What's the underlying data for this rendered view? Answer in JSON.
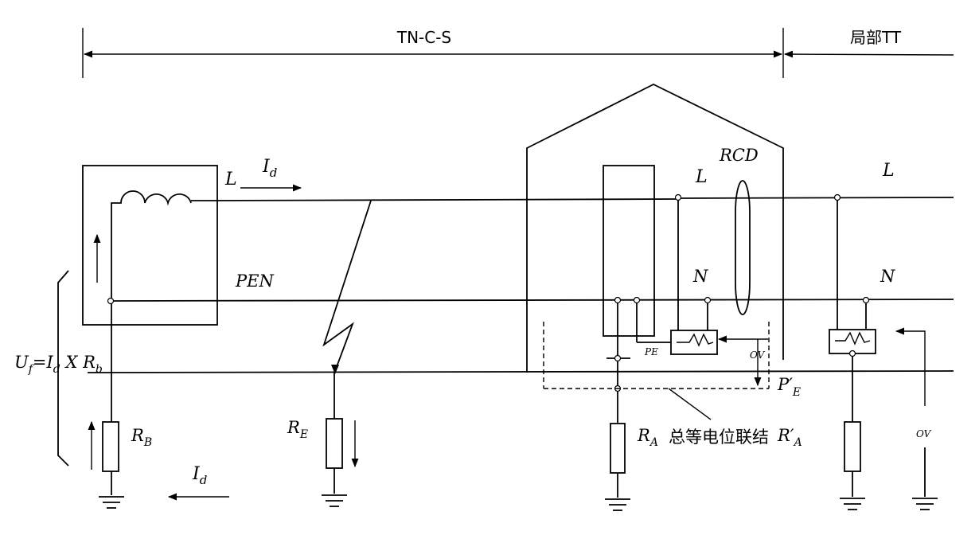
{
  "header": {
    "tn_c_s": "TN-C-S",
    "local_tt": "局部TT"
  },
  "labels": {
    "l_source": "L",
    "pen": "PEN",
    "id_top_main": "I",
    "id_top_sub": "d",
    "id_bottom_main": "I",
    "id_bottom_sub": "d",
    "uf_main": "U",
    "uf_sub_f": "f",
    "uf_eq": "=I",
    "uf_sub_d": "d",
    "uf_x": " X R",
    "uf_sub_b": "b",
    "rb_main": "R",
    "rb_sub": "B",
    "re_main": "R",
    "re_sub": "E",
    "ra_main": "R",
    "ra_sub": "A",
    "bonding": "总等电位联结",
    "ra2_main": "R′",
    "ra2_sub": "A",
    "pe_prime_main": "P′",
    "pe_prime_sub": "E",
    "rcd": "RCD",
    "l_building": "L",
    "n_building": "N",
    "l_right": "L",
    "n_right": "N",
    "pe_small": "PE",
    "ov_building": "OV",
    "ov_right": "OV"
  }
}
